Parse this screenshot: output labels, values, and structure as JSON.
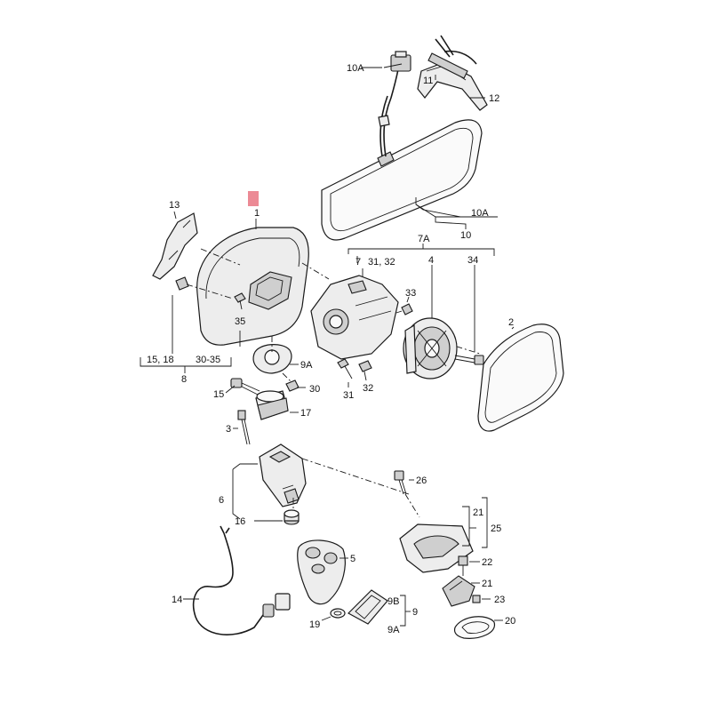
{
  "highlight_color": "#ec8a95",
  "parts": {
    "p1": "1",
    "p2": "2",
    "p3": "3",
    "p4": "4",
    "p5": "5",
    "p6": "6",
    "p7": "7",
    "p7a": "7A",
    "p8": "8",
    "p9": "9",
    "p9a": "9A",
    "p9b": "9B",
    "p10": "10",
    "p10a": "10A",
    "p11": "11",
    "p12": "12",
    "p13": "13",
    "p14": "14",
    "p15": "15",
    "p15_18": "15, 18",
    "p16": "16",
    "p17": "17",
    "p19": "19",
    "p20": "20",
    "p21": "21",
    "p22": "22",
    "p23": "23",
    "p25": "25",
    "p26": "26",
    "p30": "30",
    "p30_35": "30-35",
    "p31": "31",
    "p31_32": "31, 32",
    "p32": "32",
    "p33": "33",
    "p34": "34",
    "p35": "35"
  }
}
